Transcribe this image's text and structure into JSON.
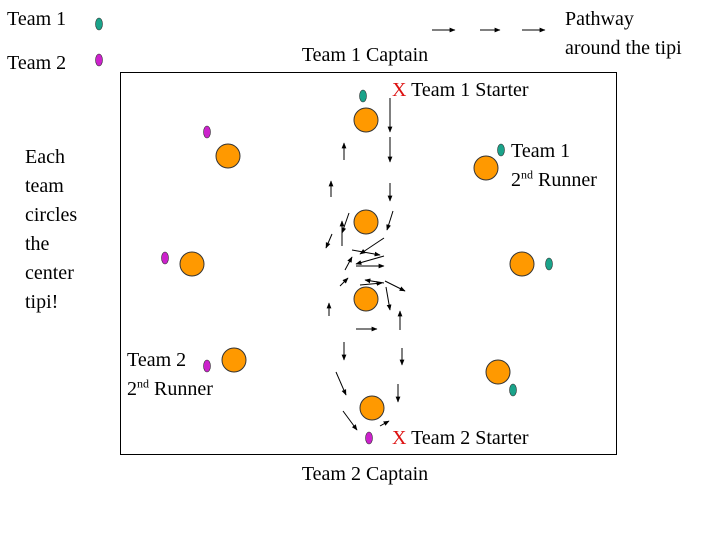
{
  "legend": {
    "team1_label": "Team 1",
    "team2_label": "Team 2",
    "pathway_label_line1": "Pathway",
    "pathway_label_line2": "around the tipi"
  },
  "labels": {
    "team1_captain": "Team 1 Captain",
    "team2_captain": "Team 2 Captain",
    "starter_marker": "X",
    "team1_starter": "Team 1 Starter",
    "team2_starter": "Team 2 Starter",
    "team1_runner_line1": "Team 1",
    "team1_runner_line2_num": "2",
    "team1_runner_line2_sup": "nd",
    "team1_runner_line2_word": "Runner",
    "team2_runner_line1": "Team 2",
    "team2_runner_line2_num": "2",
    "team2_runner_line2_sup": "nd",
    "team2_runner_line2_word": "Runner"
  },
  "side_note": [
    "Each",
    "team",
    "circles",
    "the",
    "center",
    "tipi!"
  ],
  "colors": {
    "team1": "#1aa38a",
    "team2": "#cc22cc",
    "tipi_fill": "#ff9900",
    "tipi_stroke": "#333333",
    "marker": "#dd1111"
  }
}
